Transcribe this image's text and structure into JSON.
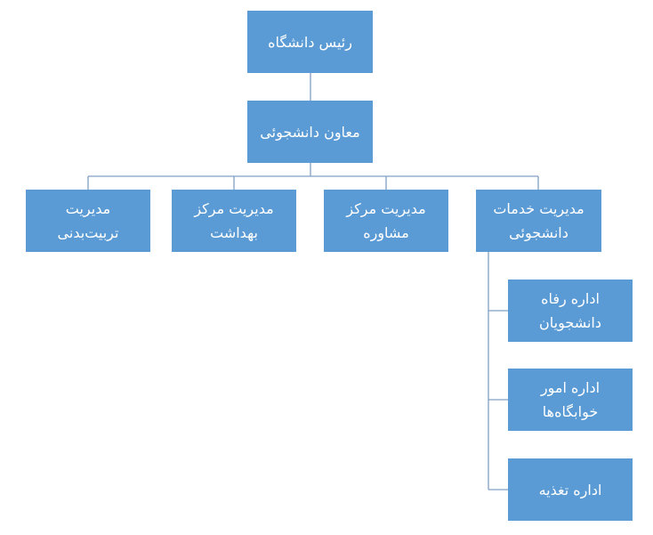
{
  "nodes": {
    "president": {
      "line1": "رئیس دانشگاه"
    },
    "deputy": {
      "line1": "معاون دانشجوئی"
    },
    "physed": {
      "line1": "مدیریت",
      "line2": "تربیت‌بدنی"
    },
    "health": {
      "line1": "مدیریت مرکز",
      "line2": "بهداشت"
    },
    "counsel": {
      "line1": "مدیریت مرکز",
      "line2": "مشاوره"
    },
    "services": {
      "line1": "مدیریت خدمات",
      "line2": "دانشجوئی"
    },
    "welfare": {
      "line1": "اداره رفاه",
      "line2": "دانشجویان"
    },
    "dorm": {
      "line1": "اداره امور",
      "line2": "خوابگاه‌ها"
    },
    "food": {
      "line1": "اداره تغذیه"
    }
  },
  "colors": {
    "box_fill": "#5b9bd5",
    "box_text": "#ffffff",
    "connector": "#7f9fc4"
  }
}
